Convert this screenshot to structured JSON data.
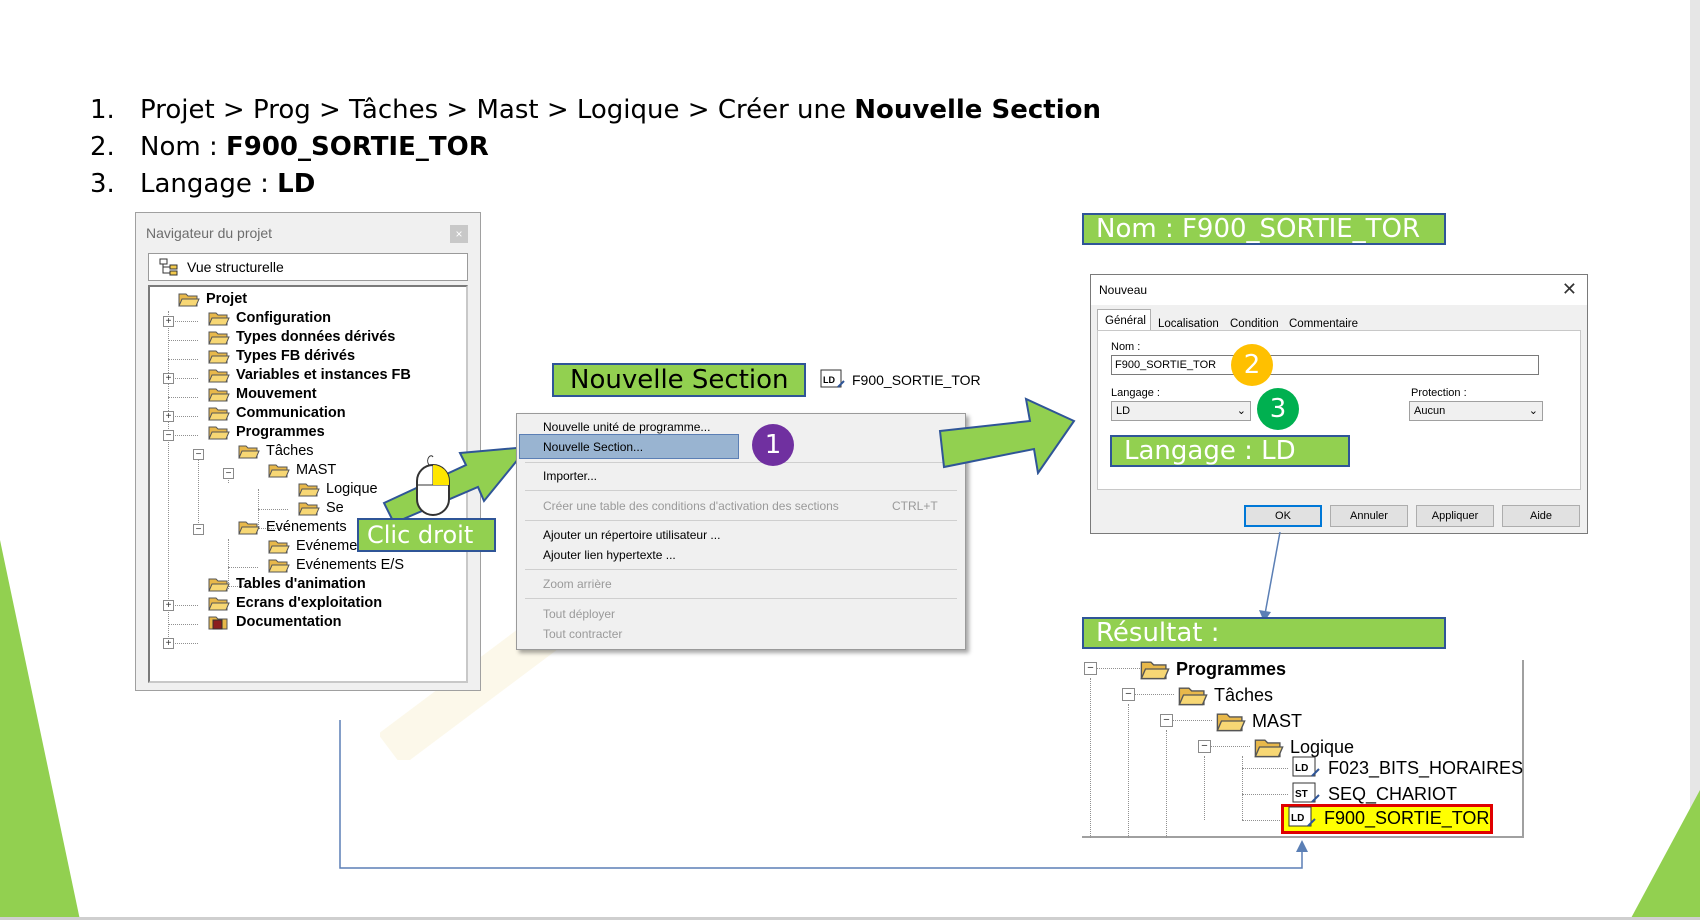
{
  "instructions": [
    {
      "num": "1.",
      "text": "Projet > Prog > Tâches > Mast > Logique > Créer une ",
      "bold": "Nouvelle Section"
    },
    {
      "num": "2.",
      "text": "Nom : ",
      "bold": "F900_SORTIE_TOR"
    },
    {
      "num": "3.",
      "text": "Langage : ",
      "bold": "LD"
    }
  ],
  "navigator": {
    "title": "Navigateur du projet",
    "close": "×",
    "view_label": "Vue structurelle",
    "tree": {
      "projet": "Projet",
      "configuration": "Configuration",
      "types_donnees": "Types données dérivés",
      "types_fb": "Types FB dérivés",
      "variables": "Variables et instances FB",
      "mouvement": "Mouvement",
      "communication": "Communication",
      "programmes": "Programmes",
      "taches": "Tâches",
      "mast": "MAST",
      "logique": "Logique",
      "se": "Se",
      "evenements": "Evénements",
      "evt_timer": "Evénements TIMER",
      "evt_es": "Evénements E/S",
      "tables": "Tables d'animation",
      "ecrans": "Ecrans d'exploitation",
      "documentation": "Documentation"
    }
  },
  "labels": {
    "clic_droit": "Clic droit",
    "nouvelle_section": "Nouvelle Section",
    "section_chip": "F900_SORTIE_TOR",
    "nom": "Nom : F900_SORTIE_TOR",
    "langage": "Langage : LD",
    "resultat": "Résultat :"
  },
  "context_menu": {
    "items": {
      "nouvelle_unite": "Nouvelle unité de programme...",
      "nouvelle_section": "Nouvelle Section...",
      "importer": "Importer...",
      "creer_table": "Créer une table des conditions d'activation des sections",
      "creer_table_shortcut": "CTRL+T",
      "ajouter_rep": "Ajouter un répertoire utilisateur ...",
      "ajouter_lien": "Ajouter lien hypertexte ...",
      "zoom": "Zoom arrière",
      "deployer": "Tout déployer",
      "contracter": "Tout contracter"
    }
  },
  "steps_badges": [
    "1",
    "2",
    "3"
  ],
  "dialog": {
    "title": "Nouveau",
    "close": "✕",
    "tabs": [
      "Général",
      "Localisation",
      "Condition",
      "Commentaire"
    ],
    "nom_label": "Nom :",
    "nom_value": "F900_SORTIE_TOR",
    "langage_label": "Langage :",
    "langage_value": "LD",
    "protection_label": "Protection :",
    "protection_value": "Aucun",
    "buttons": {
      "ok": "OK",
      "annuler": "Annuler",
      "appliquer": "Appliquer",
      "aide": "Aide"
    }
  },
  "result_tree": {
    "programmes": "Programmes",
    "taches": "Tâches",
    "mast": "MAST",
    "logique": "Logique",
    "sections": [
      {
        "badge": "LD",
        "name": "F023_BITS_HORAIRES"
      },
      {
        "badge": "ST",
        "name": "SEQ_CHARIOT"
      },
      {
        "badge": "LD",
        "name": "F900_SORTIE_TOR"
      }
    ]
  },
  "colors": {
    "green_label": "#92d050",
    "label_border": "#2f5597",
    "circle_1": "#7030a0",
    "circle_2": "#ffc000",
    "circle_3": "#00b050",
    "highlight_red": "#e00000",
    "highlight_yellow": "#ffff00"
  }
}
